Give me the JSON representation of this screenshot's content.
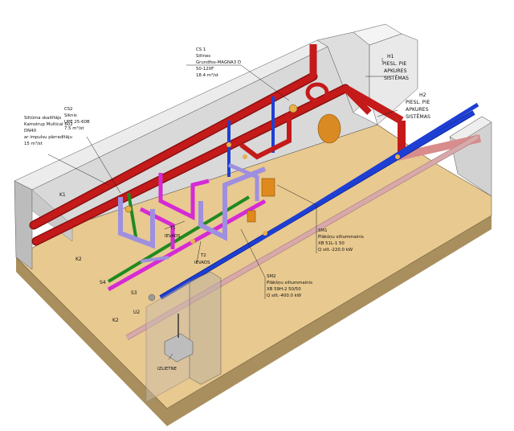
{
  "callouts": {
    "cs1": [
      "CS 1",
      "Siltnes",
      "Grundfos-MAGNA3 D",
      "50-120F",
      "18.4 m³/st"
    ],
    "cs2": [
      "CS2",
      "Siknis",
      "UPE 25-60B",
      "7.5 m³/st"
    ],
    "meter": [
      "Siltūma skaitītājs",
      "Kamstrup Multical 602",
      "DN40",
      "ar impulsu pārradītāju",
      "15 m³/st"
    ],
    "h1": [
      "H1",
      "PIESL. PIE",
      "APKURES",
      "SISTĒMAS"
    ],
    "h2": [
      "H2",
      "PIESL. PIE",
      "APKURES",
      "SISTĒMAS"
    ],
    "sm1": [
      "SM1",
      "Plākšņu siltummainis",
      "XB 51L-1 50",
      "Q silt.-220.0 kW"
    ],
    "sm2": [
      "SM2",
      "Plākšņu siltummainis",
      "XB 59H-2 50/50",
      "Q silt.-400.0 kW"
    ],
    "t1": [
      "T1",
      "IEVADS"
    ],
    "t2": [
      "T2",
      "IEVADS"
    ]
  },
  "tags": {
    "k1_top": "K1",
    "k2_left": "K2",
    "s4": "S4",
    "s3": "S3",
    "u2": "U2",
    "k2_front": "K2",
    "drain": "IZLIETNE"
  },
  "colors": {
    "floor": "#e8c98f",
    "wall_front": "#bdbdbd",
    "wall_top": "#e6e6e6",
    "pipe_red": "#c41a1a",
    "pipe_blue": "#1e3fd4",
    "pipe_magenta": "#d52ad5",
    "pipe_green": "#1f8a1f",
    "pipe_lilac": "#9f8fe0",
    "tank": "#e08a1d"
  }
}
